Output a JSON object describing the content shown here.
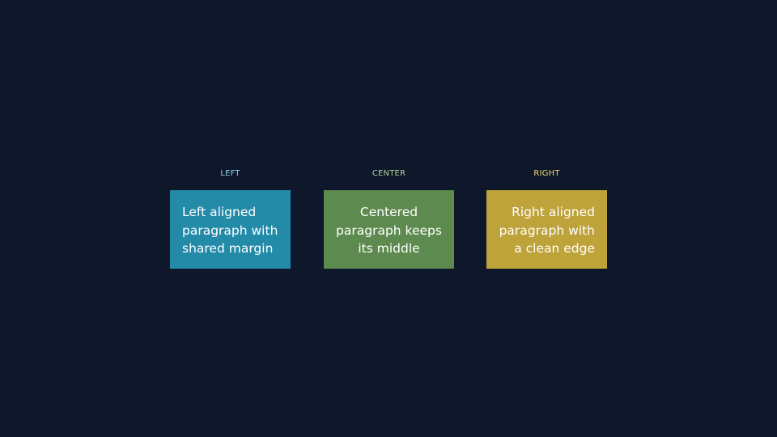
{
  "colors": {
    "background": "#0f172a",
    "left_box": "#238aa8",
    "center_box": "#5d8a4e",
    "right_box": "#bea23a",
    "left_label": "#8fd0e8",
    "center_label": "#a8d49a",
    "right_label": "#f0d86a",
    "text": "#ffffff"
  },
  "columns": [
    {
      "label": "LEFT",
      "lines": [
        "Left aligned",
        "paragraph with",
        "shared margin"
      ]
    },
    {
      "label": "CENTER",
      "lines": [
        "Centered",
        "paragraph keeps",
        "its middle"
      ]
    },
    {
      "label": "RIGHT",
      "lines": [
        "Right aligned",
        "paragraph with",
        "a clean edge"
      ]
    }
  ]
}
